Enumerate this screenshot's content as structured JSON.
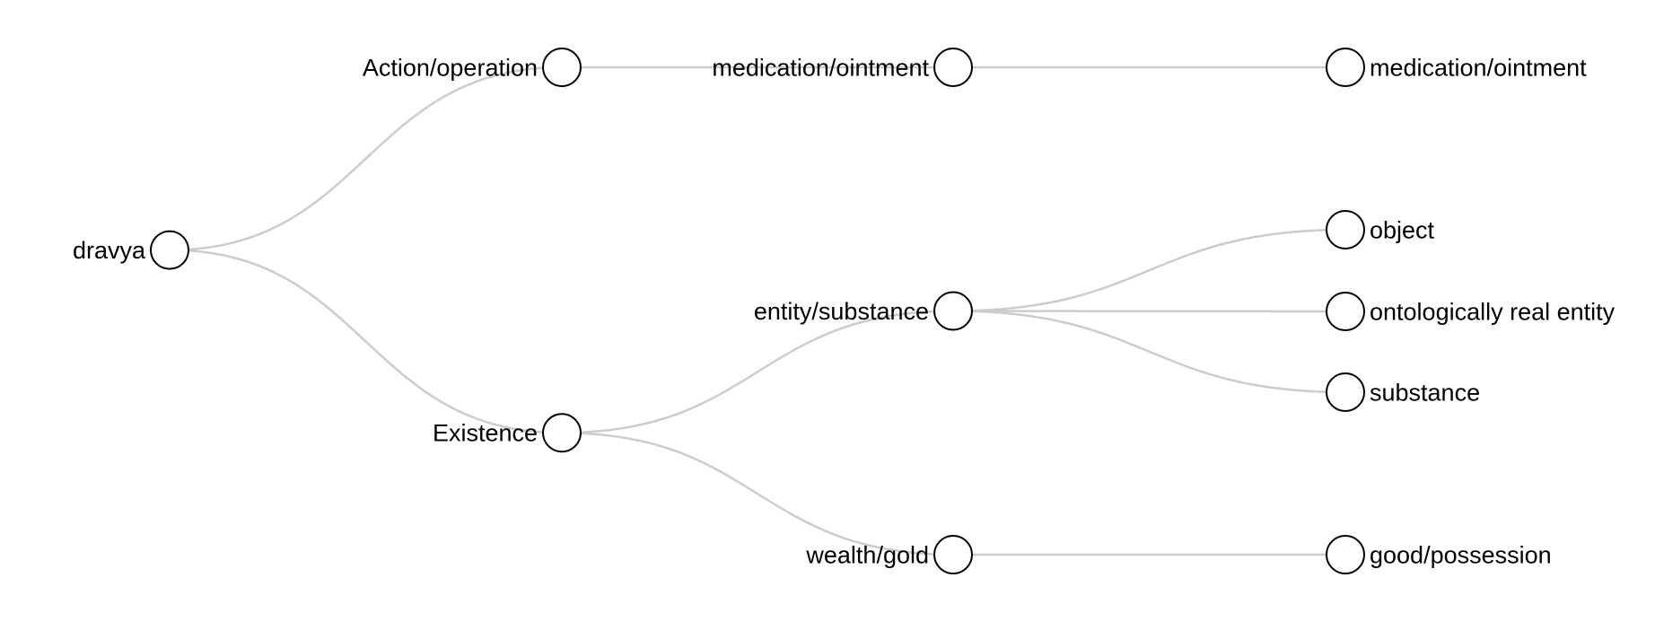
{
  "diagram": {
    "type": "tree",
    "colors": {
      "link": "#cccccc",
      "node_stroke": "#000000",
      "node_fill": "#ffffff",
      "text": "#000000"
    },
    "root": {
      "id": "dravya",
      "label": "dravya",
      "children": [
        {
          "id": "action-operation",
          "label": "Action/operation",
          "children": [
            {
              "id": "medication-ointment-1",
              "label": "medication/ointment",
              "children": [
                {
                  "id": "medication-ointment-2",
                  "label": "medication/ointment",
                  "children": []
                }
              ]
            }
          ]
        },
        {
          "id": "existence",
          "label": "Existence",
          "children": [
            {
              "id": "entity-substance",
              "label": "entity/substance",
              "children": [
                {
                  "id": "object",
                  "label": "object",
                  "children": []
                },
                {
                  "id": "ontologically-real-entity",
                  "label": "ontologically real entity",
                  "children": []
                },
                {
                  "id": "substance",
                  "label": "substance",
                  "children": []
                }
              ]
            },
            {
              "id": "wealth-gold",
              "label": "wealth/gold",
              "children": [
                {
                  "id": "good-possession",
                  "label": "good/possession",
                  "children": []
                }
              ]
            }
          ]
        }
      ]
    }
  }
}
